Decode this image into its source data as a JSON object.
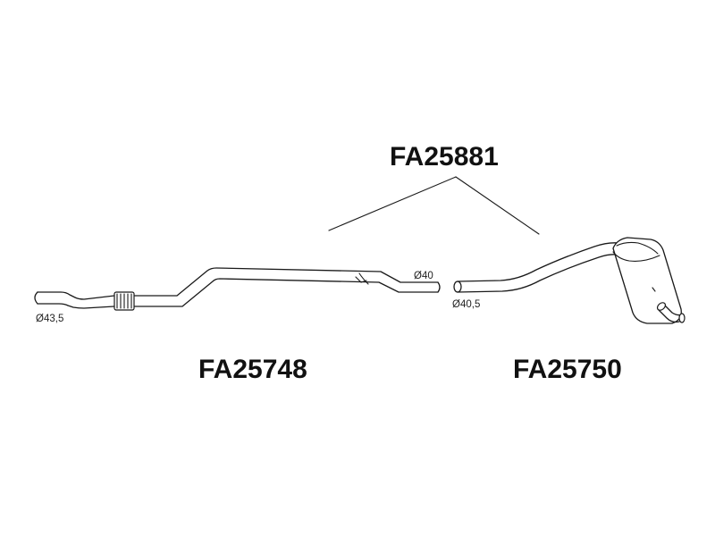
{
  "parts": {
    "kit": {
      "code": "FA25881"
    },
    "front_section": {
      "code": "FA25748"
    },
    "rear_section": {
      "code": "FA25750"
    }
  },
  "dimensions": {
    "inlet_diameter": "43,5",
    "front_outlet_diameter": "40",
    "rear_inlet_diameter": "40,5"
  },
  "symbols": {
    "diameter": "Ø"
  },
  "colors": {
    "line": "#1a1a1a",
    "text": "#111111",
    "background": "#ffffff"
  }
}
